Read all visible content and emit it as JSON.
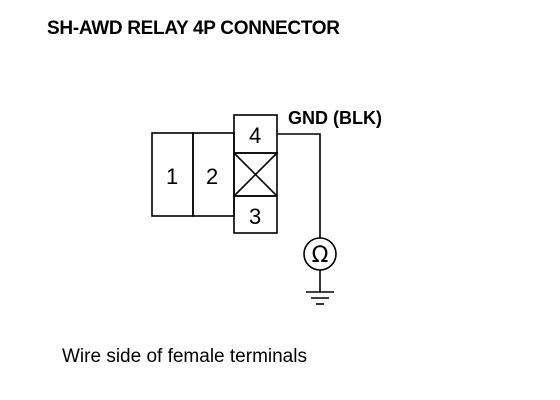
{
  "diagram": {
    "title": "SH-AWD RELAY 4P CONNECTOR",
    "caption": "Wire side of female terminals",
    "wire_label": "GND (BLK)",
    "meter_symbol": "Ω",
    "terminals": {
      "t1": "1",
      "t2": "2",
      "t3": "3",
      "t4": "4"
    }
  }
}
